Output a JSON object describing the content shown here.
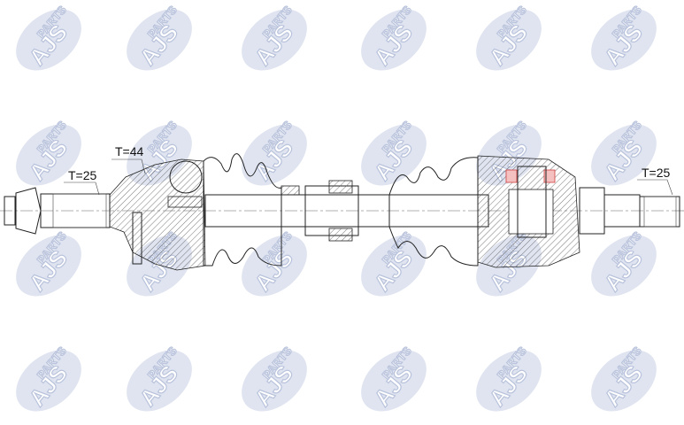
{
  "watermark": {
    "text_main": "AJS",
    "text_sub": "PARTS",
    "color": "#b9c3dc"
  },
  "labels": {
    "left_spline": "T=25",
    "abs_ring": "T=44",
    "right_spline": "T=25"
  },
  "colors": {
    "line": "#222222",
    "highlight": "#d04040"
  }
}
